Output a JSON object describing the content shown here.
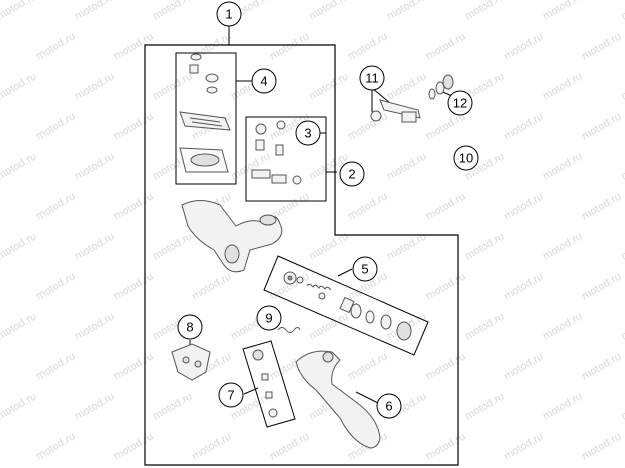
{
  "watermark": {
    "text": "motod.ru"
  },
  "callouts": [
    {
      "id": "1",
      "label": "1"
    },
    {
      "id": "2",
      "label": "2"
    },
    {
      "id": "3",
      "label": "3"
    },
    {
      "id": "4",
      "label": "4"
    },
    {
      "id": "5",
      "label": "5"
    },
    {
      "id": "6",
      "label": "6"
    },
    {
      "id": "7",
      "label": "7"
    },
    {
      "id": "8",
      "label": "8"
    },
    {
      "id": "9",
      "label": "9"
    },
    {
      "id": "10",
      "label": "10"
    },
    {
      "id": "11",
      "label": "11"
    },
    {
      "id": "12",
      "label": "12"
    }
  ],
  "colors": {
    "line": "#000000",
    "part_stroke": "#555555",
    "part_fill": "#f2f2f2",
    "watermark": "#d9d9d9"
  }
}
